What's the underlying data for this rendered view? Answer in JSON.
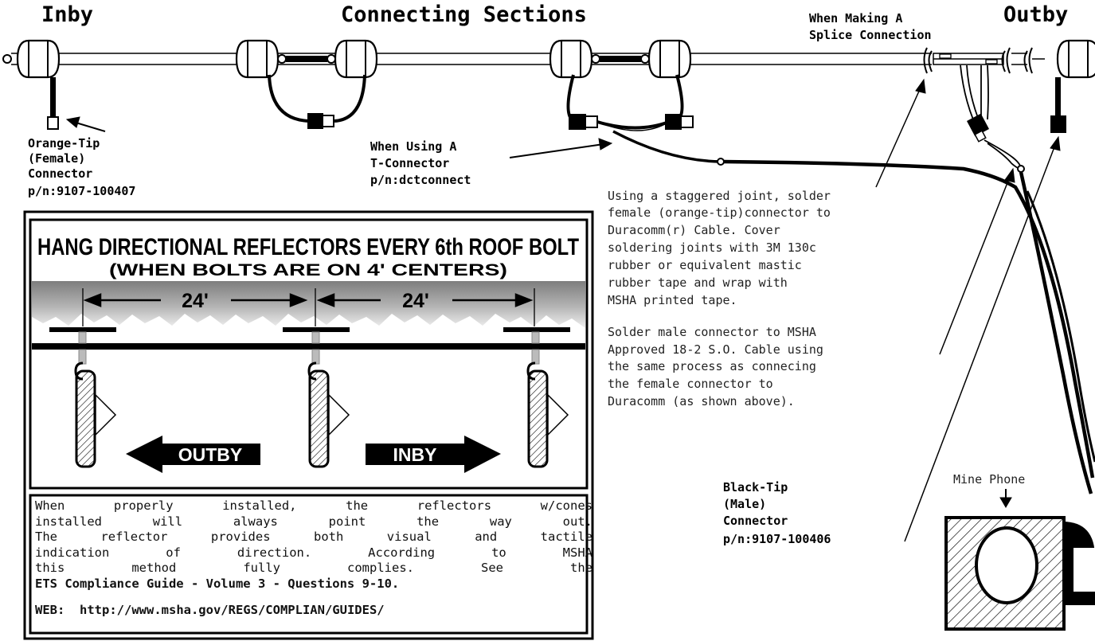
{
  "headers": {
    "inby": "Inby",
    "connecting": "Connecting Sections",
    "outby": "Outby"
  },
  "splice_label": [
    "When Making A",
    "Splice Connection"
  ],
  "female_connector": [
    "Orange-Tip",
    "(Female)",
    "Connector",
    "p/n:9107-100407"
  ],
  "t_connector": [
    "When Using A",
    "T-Connector",
    "p/n:dctconnect"
  ],
  "male_connector": [
    "Black-Tip",
    "(Male)",
    "Connector",
    "p/n:9107-100406"
  ],
  "mine_phone": "Mine Phone",
  "solder_note_1": [
    "Using a staggered joint, solder",
    "female (orange-tip)connector to",
    "Duracomm(r) Cable.  Cover",
    "soldering joints with 3M 130c",
    "rubber or equivalent mastic",
    "rubber tape and wrap with",
    "MSHA printed tape."
  ],
  "solder_note_2": [
    "Solder male connector to MSHA",
    "Approved 18-2 S.O. Cable using",
    "the same process as connecing",
    "the female connector to",
    "Duracomm (as shown above)."
  ],
  "reflector_panel": {
    "title": "HANG DIRECTIONAL REFLECTORS EVERY 6th ROOF BOLT",
    "subtitle": "(WHEN BOLTS ARE ON 4' CENTERS)",
    "spacing_1": "24'",
    "spacing_2": "24'",
    "outby_arrow": "OUTBY",
    "inby_arrow": "INBY"
  },
  "compliance_box": {
    "lines": [
      "When properly installed, the reflectors w/cones",
      "installed will always point the way out.",
      "The reflector provides both visual and tactile",
      "indication of direction.  According to MSHA",
      "this method fully complies.  See the"
    ],
    "guide": "ETS Compliance Guide - Volume 3 - Questions 9-10.",
    "web_label": "WEB:",
    "web_url": "http://www.msha.gov/REGS/COMPLIAN/GUIDES/"
  }
}
